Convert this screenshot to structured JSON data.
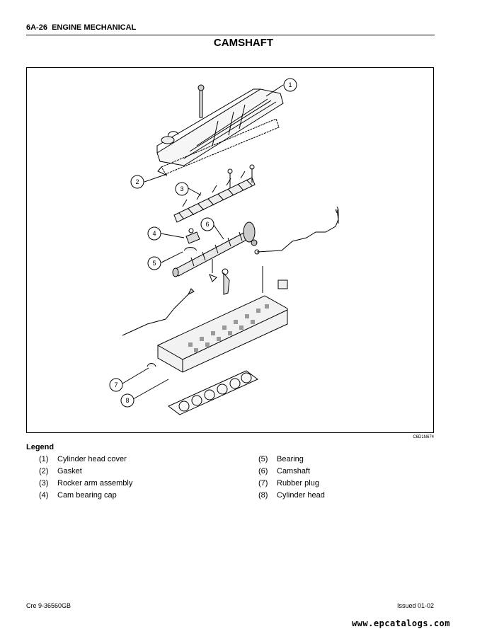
{
  "header": {
    "section": "6A-26",
    "title": "ENGINE MECHANICAL"
  },
  "page_title": "CAMSHAFT",
  "figure": {
    "code": "C6D1N674",
    "callouts": [
      "1",
      "2",
      "3",
      "4",
      "5",
      "6",
      "7",
      "8"
    ]
  },
  "legend": {
    "title": "Legend",
    "items": [
      {
        "num": "(1)",
        "label": "Cylinder head cover"
      },
      {
        "num": "(2)",
        "label": "Gasket"
      },
      {
        "num": "(3)",
        "label": "Rocker arm assembly"
      },
      {
        "num": "(4)",
        "label": "Cam bearing cap"
      },
      {
        "num": "(5)",
        "label": "Bearing"
      },
      {
        "num": "(6)",
        "label": "Camshaft"
      },
      {
        "num": "(7)",
        "label": "Rubber plug"
      },
      {
        "num": "(8)",
        "label": "Cylinder head"
      }
    ]
  },
  "footer": {
    "left": "Cre 9-36560GB",
    "right": "Issued 01-02"
  },
  "watermark": "www.epcatalogs.com"
}
